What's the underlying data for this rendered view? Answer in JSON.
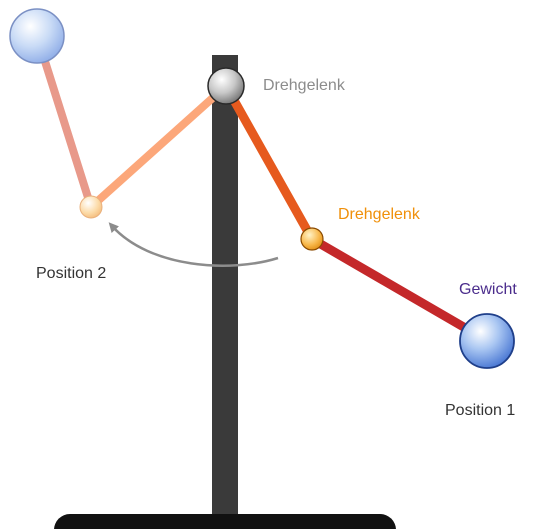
{
  "labels": {
    "pivot_top": "Drehgelenk",
    "pivot_middle": "Drehgelenk",
    "weight": "Gewicht",
    "position_1": "Position 1",
    "position_2": "Position 2"
  },
  "colors": {
    "post": "#3a3a3a",
    "base": "#111111",
    "upper_arm_pos1": "#e65a1e",
    "lower_arm_pos1": "#c4282a",
    "upper_arm_pos2": "#fca77a",
    "lower_arm_pos2": "#e8998a",
    "label_pivot_top": "#8c8c8c",
    "label_pivot_middle": "#f0900a",
    "label_weight": "#4b2d8c",
    "label_position": "#333333",
    "arrow": "#8c8c8c"
  }
}
